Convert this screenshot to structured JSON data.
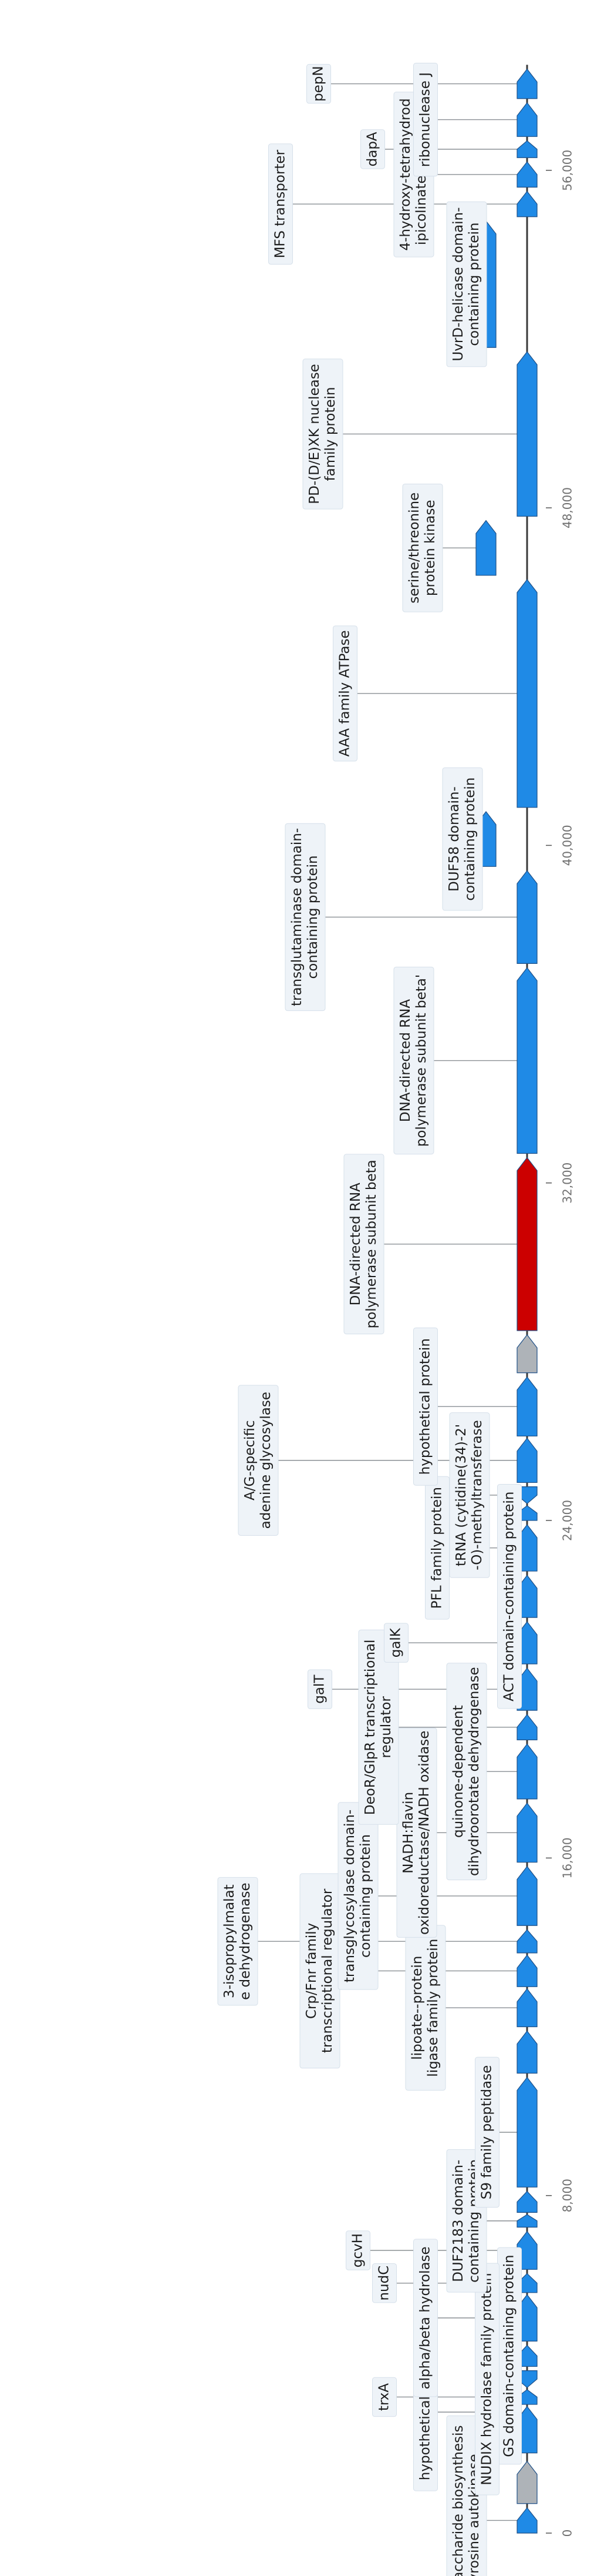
{
  "diagram": {
    "type": "gene-neighborhood-map",
    "units": "bp",
    "range": [
      0,
      58500
    ],
    "colors": {
      "gene": "#1f8ae6",
      "focus": "#cc0000",
      "gray": "#aeb3b8",
      "backbone": "#3a3a3a",
      "label_bg": "#eef3f8"
    },
    "ticks": [
      {
        "value": 0,
        "label": "0"
      },
      {
        "value": 8000,
        "label": "8,000"
      },
      {
        "value": 16000,
        "label": "16,000"
      },
      {
        "value": 24000,
        "label": "24,000"
      },
      {
        "value": 32000,
        "label": "32,000"
      },
      {
        "value": 40000,
        "label": "40,000"
      },
      {
        "value": 48000,
        "label": "48,000"
      },
      {
        "value": 56000,
        "label": "56,000"
      }
    ],
    "genes": [
      {
        "start": 0,
        "end": 600,
        "strand": 1,
        "color": "blue",
        "row": 0,
        "label": "polysaccharide biosynthesis tyrosine autokinase"
      },
      {
        "start": 700,
        "end": 1700,
        "strand": 1,
        "color": "gray",
        "row": 0,
        "label": ""
      },
      {
        "start": 1900,
        "end": 3000,
        "strand": 1,
        "color": "blue",
        "row": 0,
        "label": "hypothetical protein"
      },
      {
        "start": 3050,
        "end": 3400,
        "strand": 1,
        "color": "blue",
        "row": 0,
        "label": "trxA"
      },
      {
        "start": 3450,
        "end": 3850,
        "strand": -1,
        "color": "blue",
        "row": 0,
        "label": "NUDIX hydrolase family protein"
      },
      {
        "start": 3950,
        "end": 4450,
        "strand": 1,
        "color": "blue",
        "row": 0,
        "label": "GS domain-containing protein"
      },
      {
        "start": 4550,
        "end": 5650,
        "strand": 1,
        "color": "blue",
        "row": 0,
        "label": "alpha/beta hydrolase"
      },
      {
        "start": 5700,
        "end": 6150,
        "strand": 1,
        "color": "blue",
        "row": 0,
        "label": "nudC"
      },
      {
        "start": 6250,
        "end": 7150,
        "strand": 1,
        "color": "blue",
        "row": 0,
        "label": "gcvH"
      },
      {
        "start": 7250,
        "end": 7550,
        "strand": 1,
        "color": "blue",
        "row": 0,
        "label": "DUF2183 domain-containing protein"
      },
      {
        "start": 7600,
        "end": 8100,
        "strand": 1,
        "color": "blue",
        "row": 0,
        "label": ""
      },
      {
        "start": 8200,
        "end": 10800,
        "strand": 1,
        "color": "blue",
        "row": 0,
        "label": "S9 family peptidase"
      },
      {
        "start": 10900,
        "end": 11900,
        "strand": 1,
        "color": "blue",
        "row": 0,
        "label": ""
      },
      {
        "start": 12000,
        "end": 12900,
        "strand": 1,
        "color": "blue",
        "row": 0,
        "label": "lipoate--protein ligase family protein"
      },
      {
        "start": 12950,
        "end": 13700,
        "strand": 1,
        "color": "blue",
        "row": 0,
        "label": "Crp/Fnr family transcriptional regulator"
      },
      {
        "start": 13750,
        "end": 14300,
        "strand": 1,
        "color": "blue",
        "row": 0,
        "label": "3-isopropylmalate dehydrogenase"
      },
      {
        "start": 14400,
        "end": 15800,
        "strand": 1,
        "color": "blue",
        "row": 0,
        "label": "transglycosylase domain-containing protein"
      },
      {
        "start": 15900,
        "end": 17300,
        "strand": 1,
        "color": "blue",
        "row": 0,
        "label": "NADH:flavin oxidoreductase/NADH oxidase"
      },
      {
        "start": 17400,
        "end": 18700,
        "strand": 1,
        "color": "blue",
        "row": 0,
        "label": "quinone-dependent dihydroorotate dehydrogenase"
      },
      {
        "start": 18800,
        "end": 19400,
        "strand": 1,
        "color": "blue",
        "row": 0,
        "label": "DeoR/GlpR transcriptional regulator"
      },
      {
        "start": 19500,
        "end": 20500,
        "strand": 1,
        "color": "blue",
        "row": 0,
        "label": "galT"
      },
      {
        "start": 20600,
        "end": 21600,
        "strand": 1,
        "color": "blue",
        "row": 0,
        "label": "galK"
      },
      {
        "start": 21700,
        "end": 22700,
        "strand": 1,
        "color": "blue",
        "row": 0,
        "label": "ACT domain-containing protein"
      },
      {
        "start": 22800,
        "end": 23900,
        "strand": 1,
        "color": "blue",
        "row": 0,
        "label": "PFL family protein"
      },
      {
        "start": 24000,
        "end": 24350,
        "strand": 1,
        "color": "blue",
        "row": 0,
        "label": ""
      },
      {
        "start": 24400,
        "end": 24800,
        "strand": -1,
        "color": "blue",
        "row": 0,
        "label": "tRNA (cytidine(34)-2'-O)-methyltransferase"
      },
      {
        "start": 24900,
        "end": 25950,
        "strand": 1,
        "color": "blue",
        "row": 0,
        "label": "A/G-specific adenine glycosylase"
      },
      {
        "start": 26000,
        "end": 27400,
        "strand": 1,
        "color": "blue",
        "row": 0,
        "label": "hypothetical protein"
      },
      {
        "start": 27500,
        "end": 28400,
        "strand": 1,
        "color": "gray",
        "row": 0,
        "label": ""
      },
      {
        "start": 28500,
        "end": 32600,
        "strand": 1,
        "color": "red",
        "row": 0,
        "label": "DNA-directed RNA polymerase subunit beta"
      },
      {
        "start": 32700,
        "end": 37100,
        "strand": 1,
        "color": "blue",
        "row": 0,
        "label": "DNA-directed RNA polymerase subunit beta'"
      },
      {
        "start": 37200,
        "end": 39400,
        "strand": 1,
        "color": "blue",
        "row": 0,
        "label": "transglutaminase domain-containing protein"
      },
      {
        "start": 39500,
        "end": 40800,
        "strand": 1,
        "color": "blue",
        "row": 1,
        "label": "DUF58 domain-containing protein"
      },
      {
        "start": 40900,
        "end": 46300,
        "strand": 1,
        "color": "blue",
        "row": 0,
        "label": "AAA family ATPase"
      },
      {
        "start": 46400,
        "end": 47700,
        "strand": 1,
        "color": "blue",
        "row": 1,
        "label": "serine/threonine protein kinase"
      },
      {
        "start": 47800,
        "end": 51700,
        "strand": 1,
        "color": "blue",
        "row": 0,
        "label": "PD-(D/E)XK nuclease family protein"
      },
      {
        "start": 51800,
        "end": 54800,
        "strand": 1,
        "color": "blue",
        "row": 1,
        "label": "UvrD-helicase domain-containing protein"
      },
      {
        "start": 54900,
        "end": 55500,
        "strand": 1,
        "color": "blue",
        "row": 0,
        "label": "MFS transporter"
      },
      {
        "start": 55600,
        "end": 56200,
        "strand": 1,
        "color": "blue",
        "row": 0,
        "label": "4-hydroxy-tetrahydrodipicolinate reductase"
      },
      {
        "start": 56300,
        "end": 56700,
        "strand": 1,
        "color": "blue",
        "row": 0,
        "label": "dapA"
      },
      {
        "start": 56800,
        "end": 57600,
        "strand": 1,
        "color": "blue",
        "row": 0,
        "label": "ribonuclease J"
      },
      {
        "start": 57700,
        "end": 58400,
        "strand": 1,
        "color": "blue",
        "row": 0,
        "label": "pepN"
      }
    ],
    "labels": [
      {
        "lines": [
          "polysaccharide biosynthesis",
          "tyrosine autokinase"
        ],
        "gene": 0
      },
      {
        "lines": [
          "hypothetical protein"
        ],
        "gene": 2
      },
      {
        "lines": [
          "trxA"
        ],
        "gene": 3
      },
      {
        "lines": [
          "GS domain-containing protein"
        ],
        "gene": 5
      },
      {
        "lines": [
          "NUDIX hydrolase family protein"
        ],
        "gene": 4
      },
      {
        "lines": [
          "alpha/beta hydrolase"
        ],
        "gene": 6
      },
      {
        "lines": [
          "nudC"
        ],
        "gene": 7
      },
      {
        "lines": [
          "gcvH"
        ],
        "gene": 8
      },
      {
        "lines": [
          "DUF2183 domain-",
          "containing protein"
        ],
        "gene": 9
      },
      {
        "lines": [
          "S9 family peptidase"
        ],
        "gene": 11
      },
      {
        "lines": [
          "lipoate--protein",
          "ligase family protein"
        ],
        "gene": 13
      },
      {
        "lines": [
          "Crp/Fnr family",
          "transcriptional regulator"
        ],
        "gene": 14
      },
      {
        "lines": [
          "3-isopropylmalat",
          "e dehydrogenase"
        ],
        "gene": 15
      },
      {
        "lines": [
          "transglycosylase domain-",
          "containing protein"
        ],
        "gene": 16
      },
      {
        "lines": [
          "NADH:flavin",
          "oxidoreductase/NADH oxidase"
        ],
        "gene": 17
      },
      {
        "lines": [
          "quinone-dependent",
          "dihydroorotate dehydrogenase"
        ],
        "gene": 18
      },
      {
        "lines": [
          "DeoR/GlpR transcriptional",
          "regulator"
        ],
        "gene": 19
      },
      {
        "lines": [
          "galT"
        ],
        "gene": 20
      },
      {
        "lines": [
          "galK"
        ],
        "gene": 21
      },
      {
        "lines": [
          "ACT domain-containing protein"
        ],
        "gene": 22
      },
      {
        "lines": [
          "PFL family protein"
        ],
        "gene": 23
      },
      {
        "lines": [
          "tRNA (cytidine(34)-2'",
          "-O)-methyltransferase"
        ],
        "gene": 25
      },
      {
        "lines": [
          "A/G-specific",
          "adenine glycosylase"
        ],
        "gene": 26
      },
      {
        "lines": [
          "hypothetical protein"
        ],
        "gene": 27
      },
      {
        "lines": [
          "DNA-directed RNA",
          "polymerase subunit beta"
        ],
        "gene": 29
      },
      {
        "lines": [
          "DNA-directed RNA",
          "polymerase subunit beta'"
        ],
        "gene": 30
      },
      {
        "lines": [
          "transglutaminase domain-",
          "containing protein"
        ],
        "gene": 31
      },
      {
        "lines": [
          "DUF58 domain-",
          "containing protein"
        ],
        "gene": 32
      },
      {
        "lines": [
          "AAA family ATPase"
        ],
        "gene": 33
      },
      {
        "lines": [
          "serine/threonine",
          "protein kinase"
        ],
        "gene": 34
      },
      {
        "lines": [
          "PD-(D/E)XK nuclease",
          "family protein"
        ],
        "gene": 35
      },
      {
        "lines": [
          "UvrD-helicase domain-",
          "containing protein"
        ],
        "gene": 36
      },
      {
        "lines": [
          "MFS transporter"
        ],
        "gene": 37
      },
      {
        "lines": [
          "4-hydroxy-tetrahydrod",
          "ipicolinate reductase"
        ],
        "gene": 38
      },
      {
        "lines": [
          "dapA"
        ],
        "gene": 39
      },
      {
        "lines": [
          "ribonuclease J"
        ],
        "gene": 40
      },
      {
        "lines": [
          "pepN"
        ],
        "gene": 41
      }
    ]
  }
}
